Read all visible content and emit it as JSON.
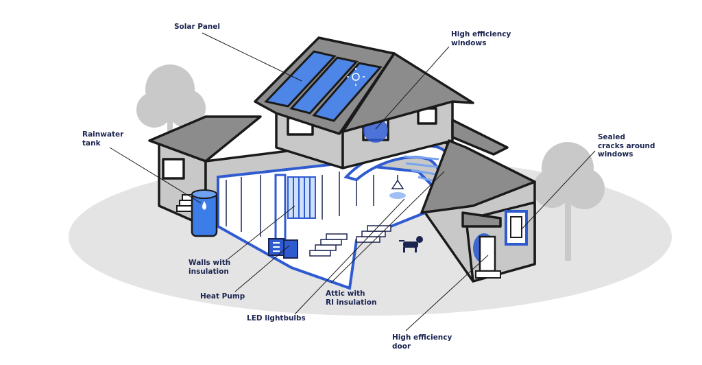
{
  "labels": {
    "solar_panel": "Solar Panel",
    "high_efficiency_windows": "High efficiency\nwindows",
    "rainwater_tank": "Rainwater\ntank",
    "sealed_cracks": "Sealed\ncracks around\nwindows",
    "walls_with_insulation": "Walls with\ninsulation",
    "heat_pump": "Heat Pump",
    "attic_insulation": "Attic with\nRI insulation",
    "led_lightbulbs": "LED lightbulbs",
    "high_efficiency_door": "High efficiency\ndoor"
  },
  "colors": {
    "outline": "#1a1a1a",
    "wall": "#c8c8c8",
    "roof": "#8c8c8c",
    "accent_blue": "#2f5bd1",
    "light_blue": "#77a4ee",
    "ground": "#e4e4e4",
    "tree": "#c9c9c9",
    "label_text": "#1b2450"
  }
}
